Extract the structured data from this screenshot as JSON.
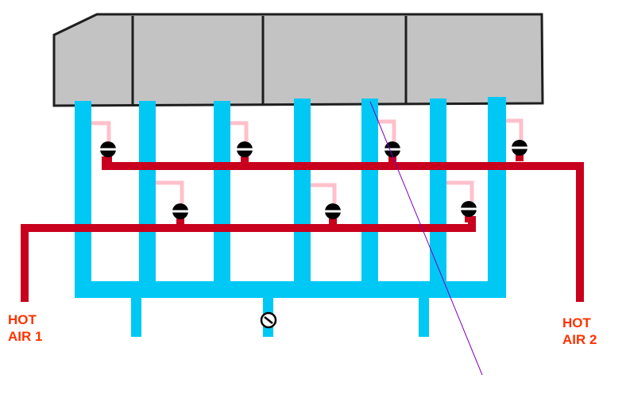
{
  "labels": {
    "hot_air_1": {
      "line1": "HOT",
      "line2": "AIR 1"
    },
    "hot_air_2": {
      "line1": "HOT",
      "line2": "AIR 2"
    }
  },
  "colors": {
    "housing_fill": "#c3c3c3",
    "housing_stroke": "#1e1e1e",
    "duct": "#00c8f5",
    "hot_air_pipe": "#c8001e",
    "branch_pipe": "#ffc0cb",
    "valve": "#000000",
    "pointer_line": "#8000c0",
    "label_text": "#ff3300"
  },
  "icons": {
    "valve": "valve-icon",
    "drain_valve": "drain-valve-icon"
  }
}
